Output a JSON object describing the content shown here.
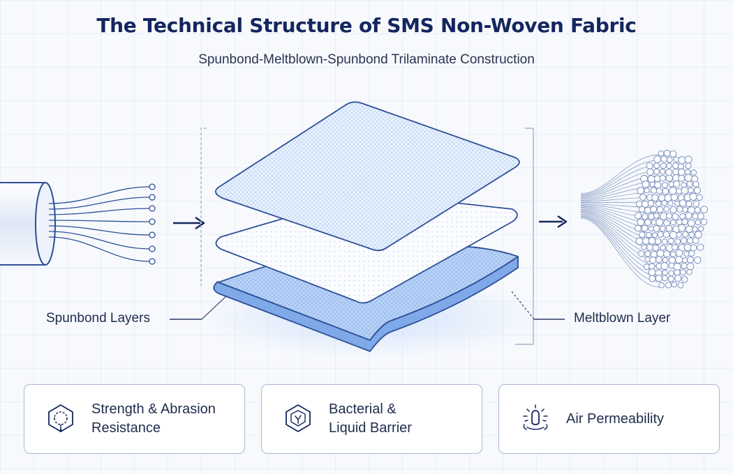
{
  "title": "The Technical Structure of SMS Non-Woven Fabric",
  "subtitle": "Spunbond-Meltblown-Spunbond Trilaminate Construction",
  "labels": {
    "spunbond": "Spunbond Layers",
    "meltblown": "Meltblown Layer"
  },
  "features": [
    {
      "text": "Strength & Abrasion\nResistance",
      "icon": "shield-strength-icon"
    },
    {
      "text": "Bacterial &\nLiquid Barrier",
      "icon": "barrier-shield-icon"
    },
    {
      "text": "Air Permeability",
      "icon": "airflow-icon"
    }
  ],
  "colors": {
    "navy": "#14265e",
    "line": "#2d4f96",
    "fabric_light": "#e6f0ff",
    "fabric_blue": "#a9c8f5",
    "card_border": "#a8b6d6"
  }
}
